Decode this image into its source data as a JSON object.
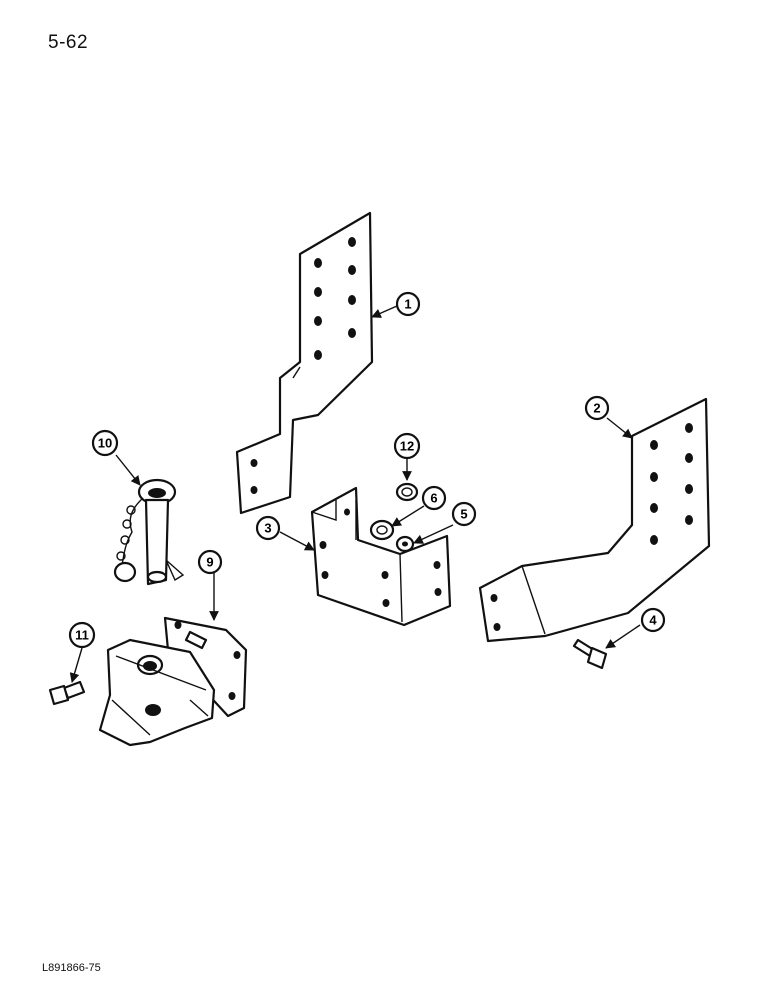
{
  "page": {
    "page_number": "5-62",
    "figure_code": "L891866-75"
  },
  "callouts": [
    "1",
    "2",
    "3",
    "4",
    "5",
    "6",
    "9",
    "10",
    "11",
    "12"
  ],
  "parts": {
    "plate_1": "mounting-plate",
    "plate_2": "mounting-plate",
    "bracket_3": "bracket",
    "bolt_4": "bolt",
    "washer_5": "washer",
    "nut_6": "nut",
    "hitch_9": "hitch-jaw",
    "pin_10": "hitch-pin-with-chain",
    "bolt_11": "bolt",
    "nut_12": "nut"
  }
}
